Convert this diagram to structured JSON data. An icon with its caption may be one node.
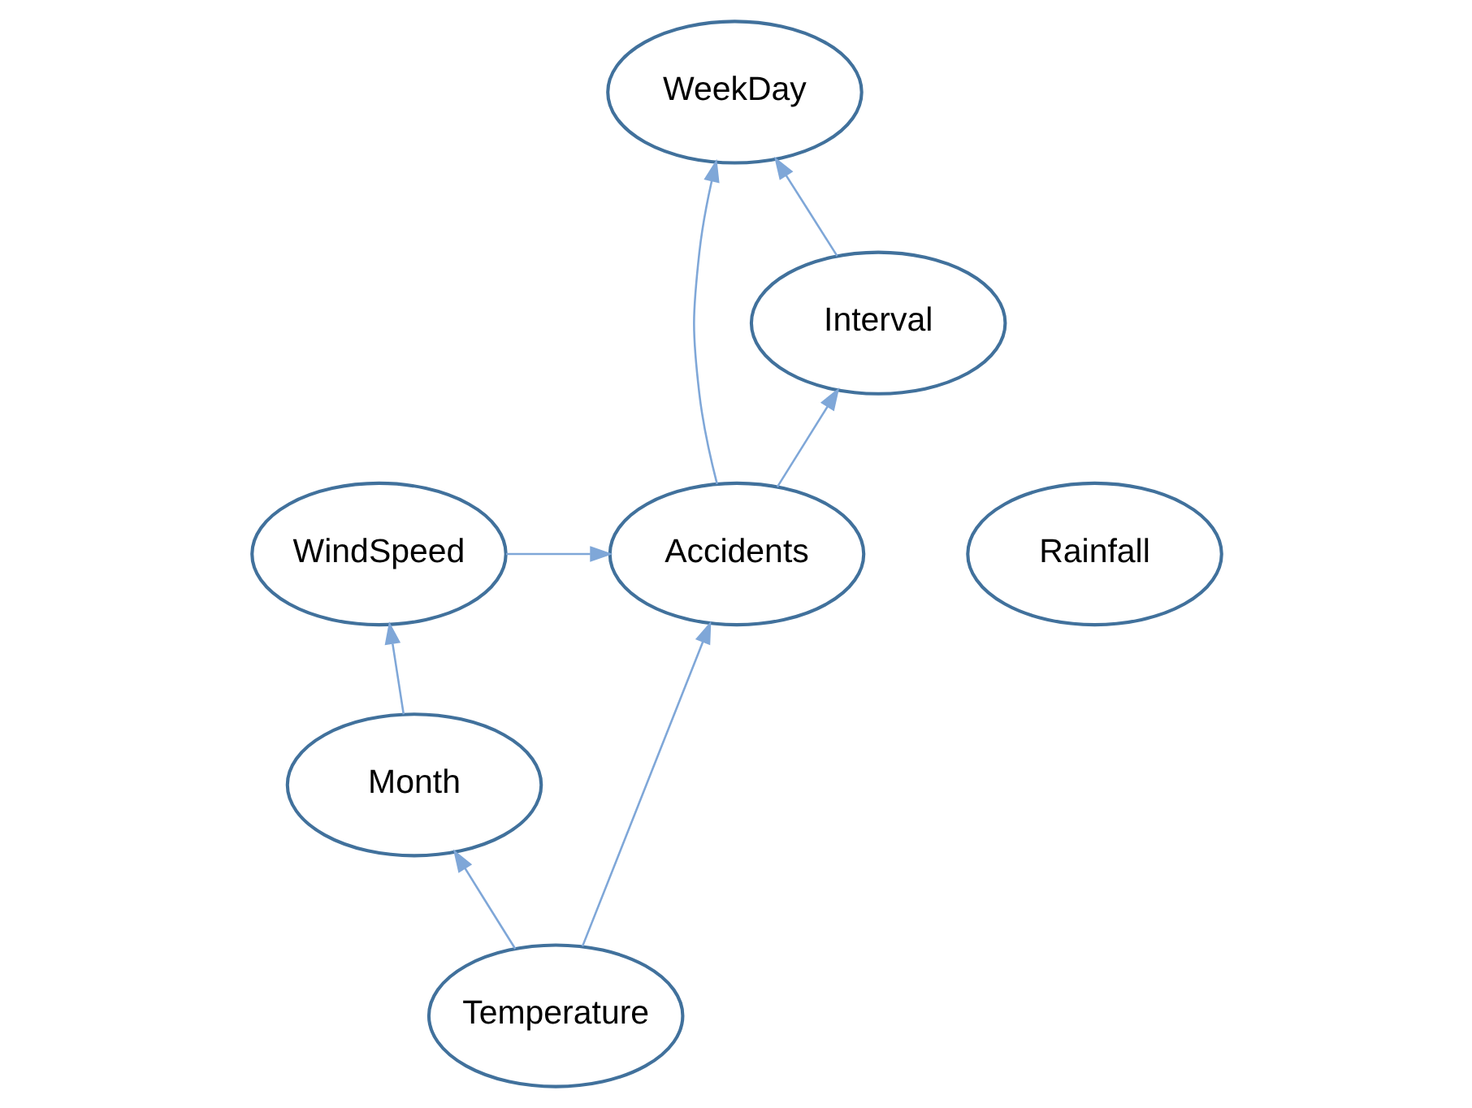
{
  "diagram": {
    "nodes": [
      {
        "text": [
          "WeekDay"
        ]
      },
      {
        "text": [
          "Interval"
        ]
      },
      {
        "text": [
          "WindSpeed"
        ]
      },
      {
        "text": [
          "Accidents"
        ]
      },
      {
        "text": [
          "Rainfall"
        ]
      },
      {
        "text": [
          "Month"
        ]
      },
      {
        "text": [
          "Temperature"
        ]
      }
    ],
    "edges": [
      {
        "from": 1,
        "to": 0,
        "arrow": "to"
      },
      {
        "from": 3,
        "to": 0,
        "arrow": "to"
      },
      {
        "from": 3,
        "to": 1,
        "arrow": "to"
      },
      {
        "from": 2,
        "to": 3,
        "arrow": "to"
      },
      {
        "from": 5,
        "to": 2,
        "arrow": "to"
      },
      {
        "from": 6,
        "to": 5,
        "arrow": "to"
      },
      {
        "from": 6,
        "to": 3,
        "arrow": "to"
      }
    ]
  }
}
